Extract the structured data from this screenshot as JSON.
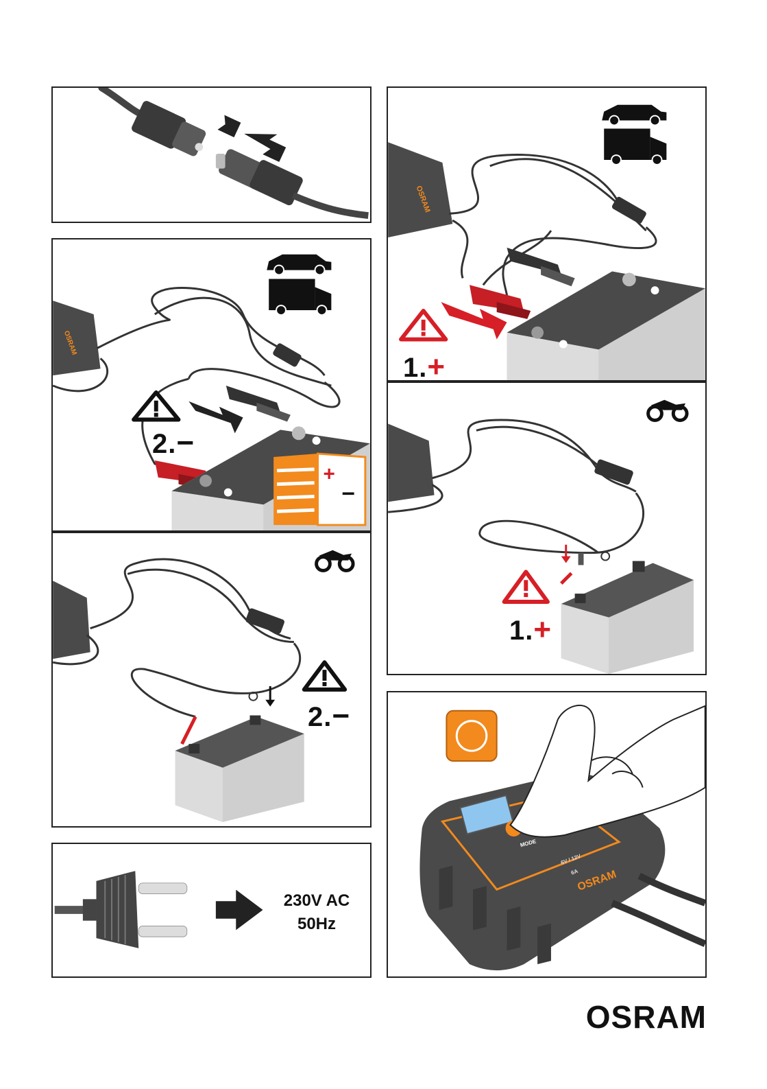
{
  "brand": {
    "logo_text": "OSRAM",
    "accent_color": "#f28a1e",
    "danger_color": "#d61f26"
  },
  "panels": {
    "connector": {
      "icons": [
        "arrow-right-icon",
        "arrow-left-icon"
      ]
    },
    "car_minus": {
      "step_number": "2.",
      "step_sign": "−",
      "icons": [
        "car-icon",
        "van-icon",
        "warning-icon",
        "manual-book-icon"
      ],
      "manual_plus": "+",
      "manual_minus": "−"
    },
    "car_plus": {
      "step_number": "1.",
      "step_sign": "+",
      "icons": [
        "car-icon",
        "van-icon",
        "warning-icon"
      ]
    },
    "moto_plus": {
      "step_number": "1.",
      "step_sign": "+",
      "icons": [
        "motorcycle-icon",
        "warning-icon"
      ]
    },
    "moto_minus": {
      "step_number": "2.",
      "step_sign": "−",
      "icons": [
        "motorcycle-icon",
        "warning-icon"
      ]
    },
    "power": {
      "line1": "230V AC",
      "line2": "50Hz",
      "icons": [
        "plug-icon",
        "arrow-right-icon"
      ]
    },
    "mode": {
      "button_label": "MODE",
      "device_brand": "OSRAM",
      "device_spec1": "6V / 12V",
      "device_spec2": "6A",
      "icons": [
        "power-button-icon",
        "finger-icon",
        "charger-device-icon"
      ]
    }
  }
}
